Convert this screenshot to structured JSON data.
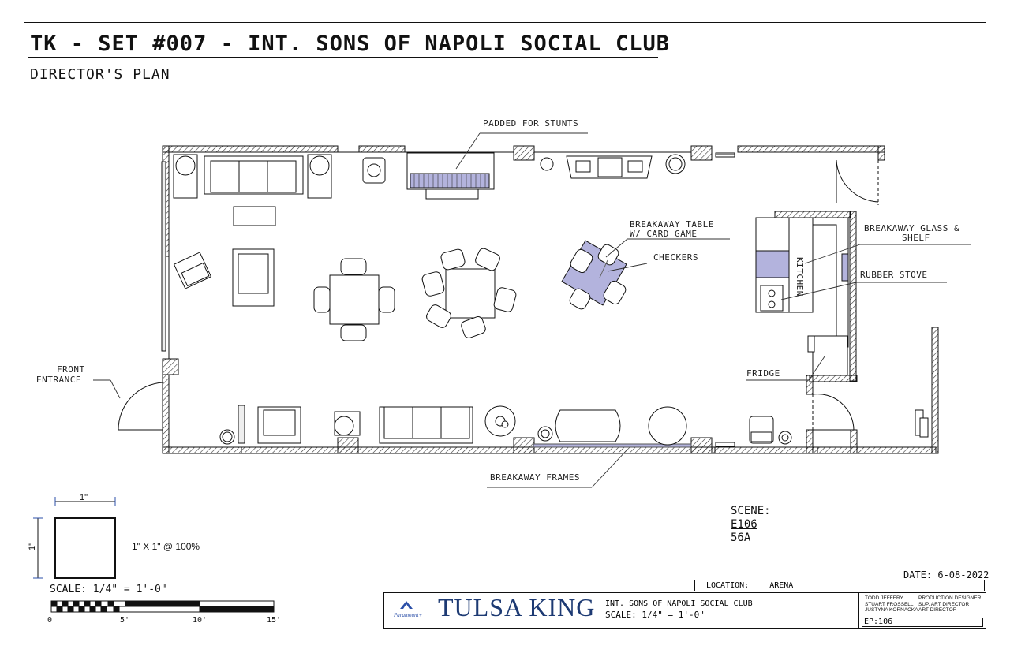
{
  "sheet": {
    "title": "TK - SET #007 - INT. SONS OF NAPOLI SOCIAL CLUB",
    "subtitle": "DIRECTOR'S PLAN"
  },
  "annotations": {
    "padded": "PADDED FOR STUNTS",
    "breakaway_table_1": "BREAKAWAY TABLE",
    "breakaway_table_2": "W/ CARD GAME",
    "checkers": "CHECKERS",
    "breakaway_glass_1": "BREAKAWAY GLASS &",
    "breakaway_glass_2": "SHELF",
    "rubber_stove": "RUBBER STOVE",
    "kitchen": "KITCHEN",
    "fridge": "FRIDGE",
    "front_entrance_1": "FRONT",
    "front_entrance_2": "ENTRANCE",
    "breakaway_frames": "BREAKAWAY FRAMES"
  },
  "scale_box": {
    "dim_h": "1\"",
    "dim_v": "1\"",
    "caption": "1\" X 1\" @ 100%"
  },
  "scale_bar": {
    "label": "SCALE: 1/4\" = 1'-0\"",
    "ticks": [
      "0",
      "5'",
      "10'",
      "15'"
    ]
  },
  "scene": {
    "label": "SCENE:",
    "number": "E106",
    "sub": "56A"
  },
  "date": "DATE: 6-08-2022",
  "location": {
    "label": "LOCATION:",
    "value": "ARENA"
  },
  "title_block": {
    "logo_text": "Paramount+",
    "show_name": "TULSA KING",
    "set_name": "INT. SONS OF NAPOLI SOCIAL CLUB",
    "scale": "SCALE: 1/4\" = 1'-0\"",
    "credits": [
      {
        "name": "TODD JEFFERY",
        "role": "PRODUCTION DESIGNER"
      },
      {
        "name": "STUART FROSSELL",
        "role": "SUP. ART DIRECTOR"
      },
      {
        "name": "JUSTYNA KORNACKA",
        "role": "ART DIRECTOR"
      }
    ],
    "episode": "EP:106"
  },
  "colors": {
    "ink": "#111111",
    "breakaway_fill": "#b3b3dd",
    "show_name": "#1d3a73"
  }
}
